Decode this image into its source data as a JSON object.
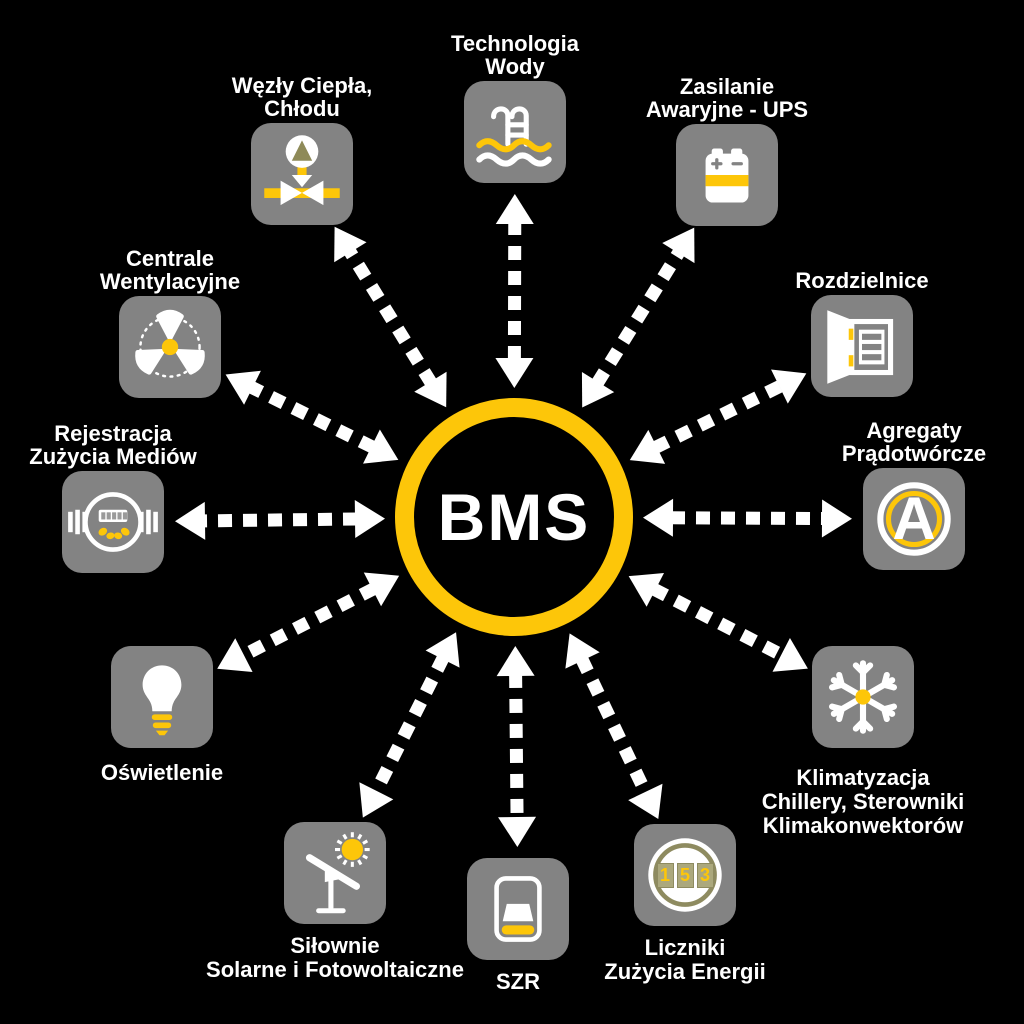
{
  "diagram": {
    "center": {
      "label": "BMS"
    },
    "colors": {
      "background": "#000000",
      "accent_yellow": "#FDC609",
      "tile_gray": "#838383",
      "olive": "#8E8A58",
      "text": "#FFFFFF",
      "arrow": "#FFFFFF"
    },
    "nodes": [
      {
        "id": "technologia-wody",
        "icon": "pool-icon",
        "label_lines": [
          "Technologia",
          "Wody"
        ],
        "label_position": "above"
      },
      {
        "id": "zasilanie-ups",
        "icon": "battery-icon",
        "label_lines": [
          "Zasilanie",
          "Awaryjne - UPS"
        ],
        "label_position": "above"
      },
      {
        "id": "rozdzielnice",
        "icon": "switchboard-icon",
        "label_lines": [
          "Rozdzielnice"
        ],
        "label_position": "above"
      },
      {
        "id": "agregaty",
        "icon": "generator-icon",
        "label_lines": [
          "Agregaty",
          "Prądotwórcze"
        ],
        "label_position": "above",
        "icon_letter": "A"
      },
      {
        "id": "klimatyzacja",
        "icon": "snowflake-icon",
        "label_lines": [
          "Klimatyzacja",
          "Chillery, Sterowniki",
          "Klimakonwektorów"
        ],
        "label_position": "below"
      },
      {
        "id": "liczniki",
        "icon": "energy-meter-icon",
        "label_lines": [
          "Liczniki",
          "Zużycia Energii"
        ],
        "label_position": "below",
        "icon_digits": "153"
      },
      {
        "id": "szr",
        "icon": "szr-device-icon",
        "label_lines": [
          "SZR"
        ],
        "label_position": "below"
      },
      {
        "id": "silownie",
        "icon": "solar-panel-icon",
        "label_lines": [
          "Siłownie",
          "Solarne i Fotowoltaiczne"
        ],
        "label_position": "below"
      },
      {
        "id": "oswietlenie",
        "icon": "light-bulb-icon",
        "label_lines": [
          "Oświetlenie"
        ],
        "label_position": "below"
      },
      {
        "id": "rejestracja",
        "icon": "water-meter-icon",
        "label_lines": [
          "Rejestracja",
          "Zużycia Mediów"
        ],
        "label_position": "above"
      },
      {
        "id": "centrale",
        "icon": "fan-icon",
        "label_lines": [
          "Centrale",
          "Wentylacyjne"
        ],
        "label_position": "above"
      },
      {
        "id": "wezly",
        "icon": "valve-icon",
        "label_lines": [
          "Węzły Ciepła,",
          "Chłodu"
        ],
        "label_position": "above"
      }
    ]
  }
}
